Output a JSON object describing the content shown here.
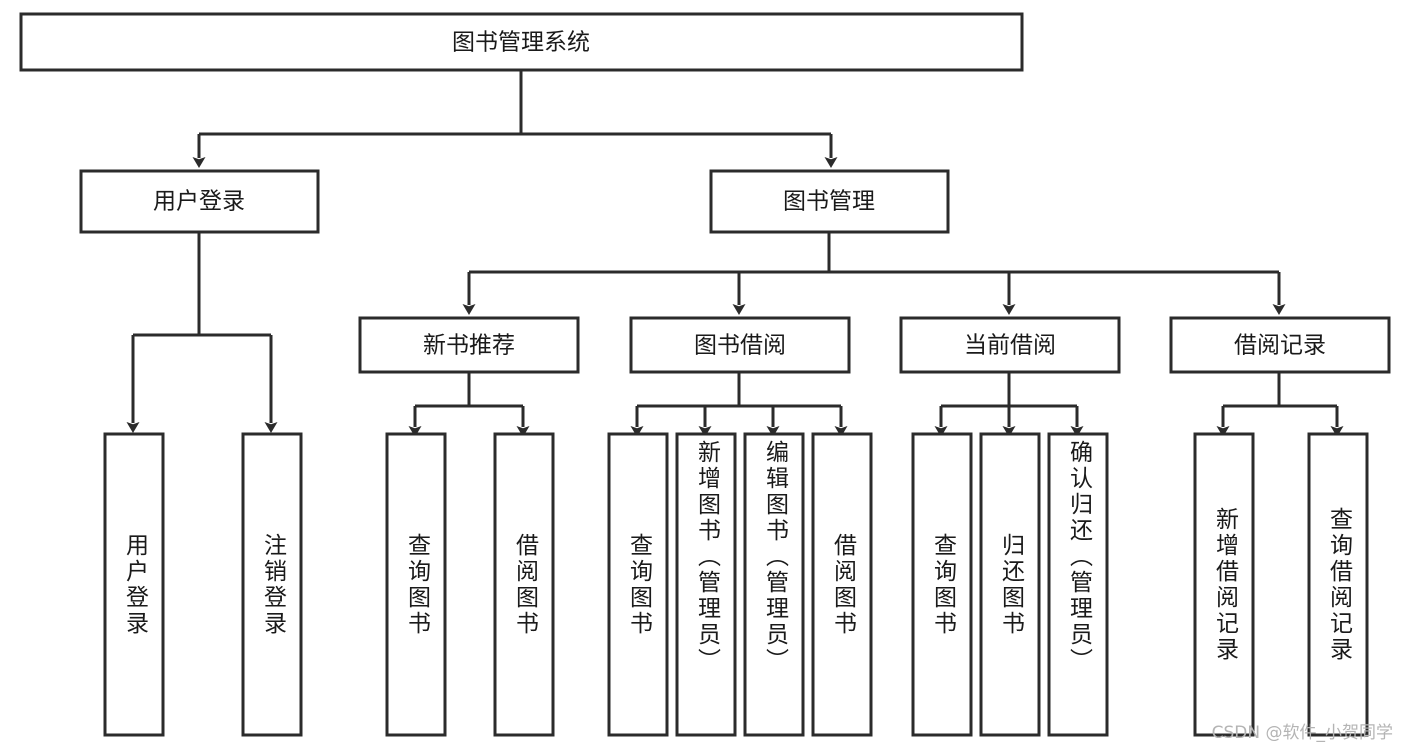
{
  "diagram": {
    "type": "tree-hierarchy-flowchart",
    "title": "图书管理系统",
    "root": {
      "id": "root",
      "label": "图书管理系统",
      "orientation": "horizontal"
    },
    "level2": [
      {
        "id": "user-login",
        "label": "用户登录",
        "orientation": "horizontal"
      },
      {
        "id": "book-manage",
        "label": "图书管理",
        "orientation": "horizontal"
      }
    ],
    "level3": [
      {
        "id": "new-book-recommend",
        "label": "新书推荐",
        "parent": "book-manage",
        "orientation": "horizontal"
      },
      {
        "id": "book-borrow",
        "label": "图书借阅",
        "parent": "book-manage",
        "orientation": "horizontal"
      },
      {
        "id": "current-borrow",
        "label": "当前借阅",
        "parent": "book-manage",
        "orientation": "horizontal"
      },
      {
        "id": "borrow-record",
        "label": "借阅记录",
        "parent": "book-manage",
        "orientation": "horizontal"
      }
    ],
    "leaves": [
      {
        "id": "leaf-user-login",
        "label": "用户登录",
        "parent": "user-login",
        "orientation": "vertical"
      },
      {
        "id": "leaf-user-logout",
        "label": "注销登录",
        "parent": "user-login",
        "orientation": "vertical"
      },
      {
        "id": "leaf-query-book-1",
        "label": "查询图书",
        "parent": "new-book-recommend",
        "orientation": "vertical"
      },
      {
        "id": "leaf-borrow-book-1",
        "label": "借阅图书",
        "parent": "new-book-recommend",
        "orientation": "vertical"
      },
      {
        "id": "leaf-query-book-2",
        "label": "查询图书",
        "parent": "book-borrow",
        "orientation": "vertical"
      },
      {
        "id": "leaf-add-book",
        "label": "新增图书（管理员）",
        "parent": "book-borrow",
        "orientation": "vertical"
      },
      {
        "id": "leaf-edit-book",
        "label": "编辑图书（管理员）",
        "parent": "book-borrow",
        "orientation": "vertical"
      },
      {
        "id": "leaf-borrow-book-2",
        "label": "借阅图书",
        "parent": "book-borrow",
        "orientation": "vertical"
      },
      {
        "id": "leaf-query-book-3",
        "label": "查询图书",
        "parent": "current-borrow",
        "orientation": "vertical"
      },
      {
        "id": "leaf-return-book",
        "label": "归还图书",
        "parent": "current-borrow",
        "orientation": "vertical"
      },
      {
        "id": "leaf-confirm-return",
        "label": "确认归还（管理员）",
        "parent": "current-borrow",
        "orientation": "vertical"
      },
      {
        "id": "leaf-add-record",
        "label": "新增借阅记录",
        "parent": "borrow-record",
        "orientation": "vertical"
      },
      {
        "id": "leaf-query-record",
        "label": "查询借阅记录",
        "parent": "borrow-record",
        "orientation": "vertical"
      }
    ],
    "colors": {
      "stroke": "#2b2b2b",
      "fill": "#ffffff",
      "text": "#1a1a1a",
      "background": "#ffffff",
      "watermark": "#b4b4b4"
    }
  },
  "watermark": {
    "text": "CSDN @软件_小贺同学"
  }
}
